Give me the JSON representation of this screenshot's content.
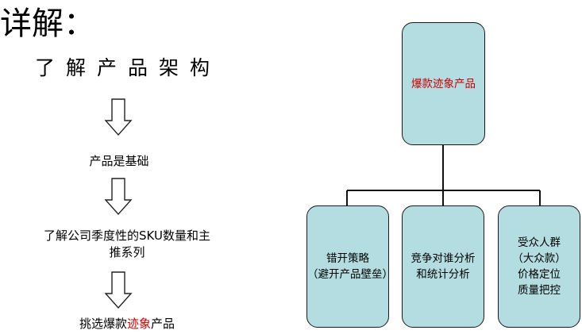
{
  "heading": "详解：",
  "subtitle": "了解产品架构",
  "flow": {
    "step1": "产品是基础",
    "step2_line1": "了解公司季度性的SKU数量和主",
    "step2_line2": "推系列",
    "step3_prefix": "挑选爆款",
    "step3_highlight": "迹象",
    "step3_suffix": "产品"
  },
  "tree": {
    "root": "爆款迹象产品",
    "children": [
      {
        "lines": [
          "错开策略",
          "（避开产品壁垒）"
        ]
      },
      {
        "lines": [
          "竞争对谁分析",
          "和统计分析"
        ]
      },
      {
        "lines": [
          "受众人群",
          "（大众款）",
          "价格定位",
          "质量把控"
        ]
      }
    ]
  },
  "colors": {
    "node_fill": "#b3dde1",
    "highlight_text": "#cc0000"
  }
}
